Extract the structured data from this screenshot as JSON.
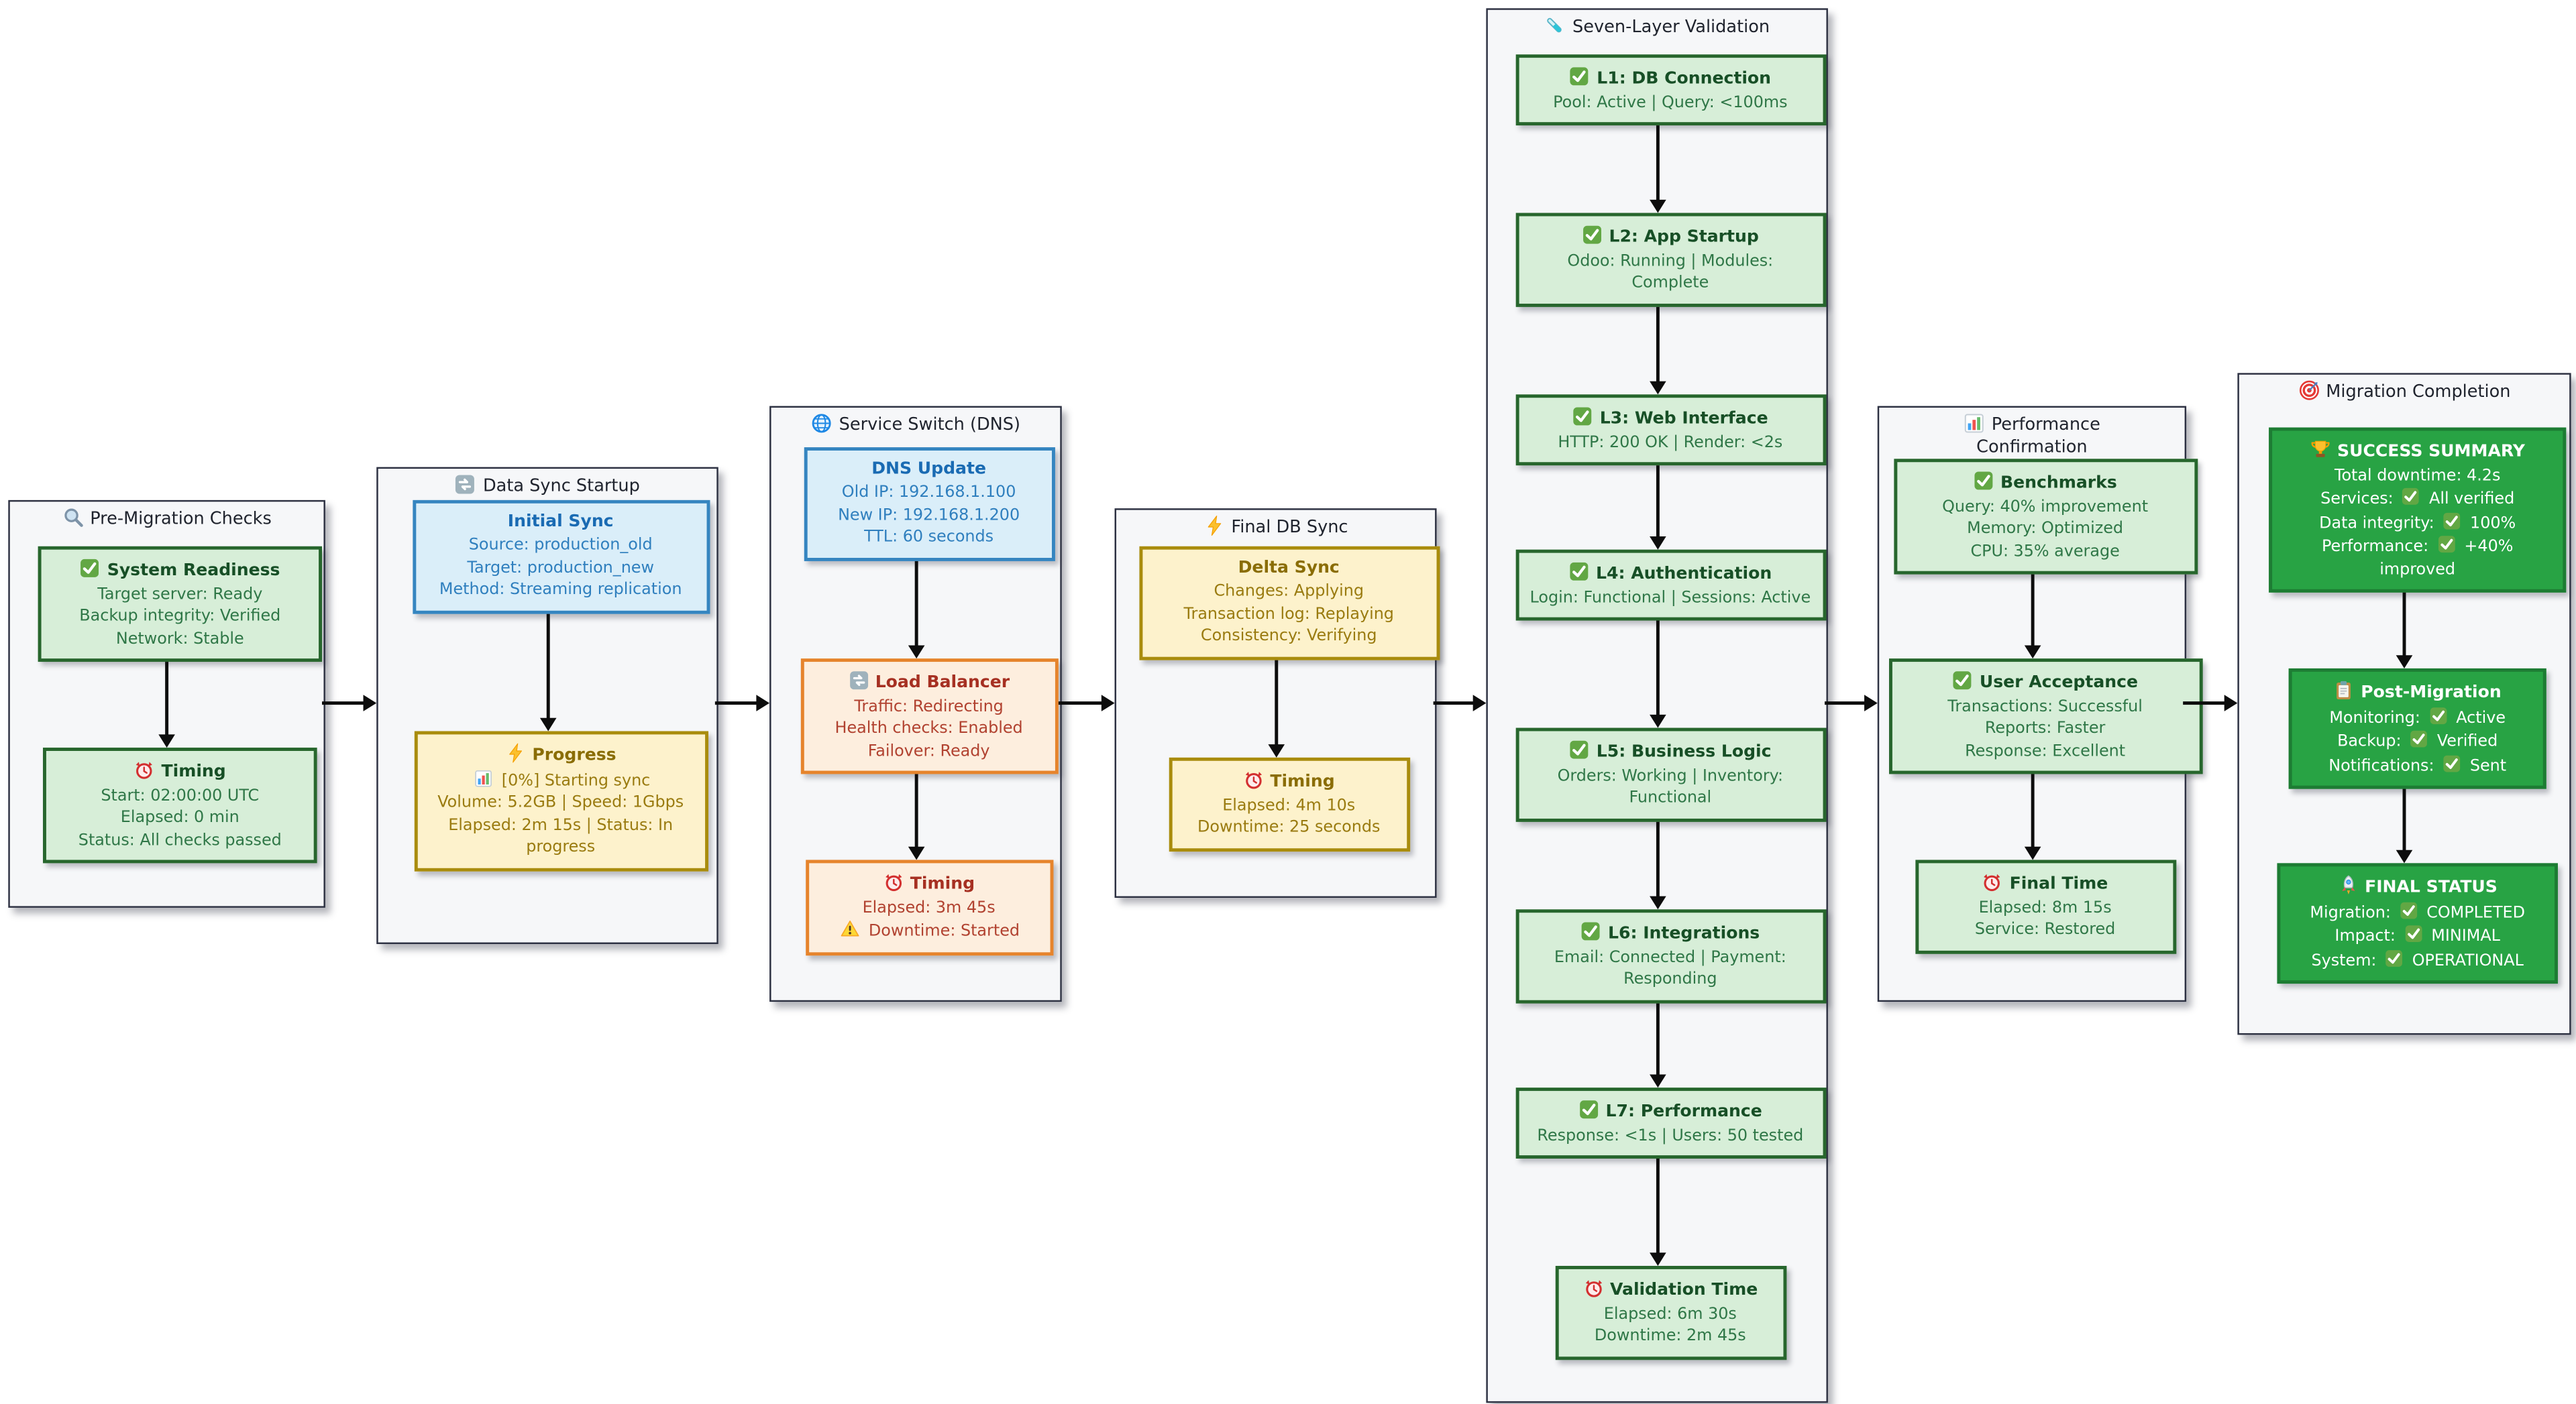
{
  "palette": {
    "canvas_bg": "#ffffff",
    "cluster_bg": "#f6f7f9",
    "cluster_border": "#2d3142",
    "cluster_label": "#20242e",
    "arrow": "#0d0d0d",
    "green_fill": "#d7eed8",
    "green_border": "#27662d",
    "green_title": "#174f26",
    "green_text": "#2f7747",
    "blue_fill": "#daeef9",
    "blue_border": "#3585c0",
    "blue_title": "#1a6bb3",
    "blue_text": "#2f7fbe",
    "yellow_fill": "#fdf2cc",
    "yellow_border": "#a98c0d",
    "yellow_title": "#8a6d05",
    "yellow_text": "#9a7b10",
    "orange_fill": "#fdeede",
    "orange_border": "#e6842c",
    "orange_title": "#a63022",
    "orange_text": "#b14230",
    "solid_fill": "#28a344",
    "solid_border": "#1d7c33",
    "solid_text": "#ffffff"
  },
  "clusters": [
    {
      "label": "Pre-Migration Checks",
      "icon": "magnifier",
      "nodes": [
        {
          "style": "green",
          "icon": "check",
          "title": "System Readiness",
          "lines": [
            "Target server: Ready",
            "Backup integrity: Verified",
            "Network: Stable"
          ]
        },
        {
          "style": "green",
          "icon": "alarm",
          "title": "Timing",
          "lines": [
            "Start: 02:00:00 UTC",
            "Elapsed: 0 min",
            "Status: All checks passed"
          ]
        }
      ]
    },
    {
      "label": "Data Sync Startup",
      "icon": "sync",
      "nodes": [
        {
          "style": "blue",
          "icon": null,
          "title": "Initial Sync",
          "lines": [
            "Source: production_old",
            "Target: production_new",
            "Method: Streaming replication"
          ]
        },
        {
          "style": "yellow",
          "icon": "bolt",
          "title": "Progress",
          "lines": [
            "📊 [0%] Starting sync",
            "Volume: 5.2GB | Speed: 1Gbps",
            "Elapsed: 2m 15s | Status: In progress"
          ]
        }
      ]
    },
    {
      "label": "Service Switch (DNS)",
      "icon": "globe",
      "nodes": [
        {
          "style": "blue",
          "icon": null,
          "title": "DNS Update",
          "lines": [
            "Old IP: 192.168.1.100",
            "New IP: 192.168.1.200",
            "TTL: 60 seconds"
          ]
        },
        {
          "style": "orange",
          "icon": "sync",
          "title": "Load Balancer",
          "lines": [
            "Traffic: Redirecting",
            "Health checks: Enabled",
            "Failover: Ready"
          ]
        },
        {
          "style": "orange",
          "icon": "alarm",
          "title": "Timing",
          "lines": [
            "Elapsed: 3m 45s",
            "⚠️ Downtime: Started"
          ]
        }
      ]
    },
    {
      "label": "Final DB Sync",
      "icon": "bolt",
      "nodes": [
        {
          "style": "yellow",
          "icon": null,
          "title": "Delta Sync",
          "lines": [
            "Changes: Applying",
            "Transaction log: Replaying",
            "Consistency: Verifying"
          ]
        },
        {
          "style": "yellow",
          "icon": "alarm",
          "title": "Timing",
          "lines": [
            "Elapsed: 4m 10s",
            "Downtime: 25 seconds"
          ]
        }
      ]
    },
    {
      "label": "Seven-Layer Validation",
      "icon": "testtube",
      "nodes": [
        {
          "style": "green",
          "icon": "check",
          "title": "L1: DB Connection",
          "lines": [
            "Pool: Active | Query: <100ms"
          ]
        },
        {
          "style": "green",
          "icon": "check",
          "title": "L2: App Startup",
          "lines": [
            "Odoo: Running | Modules: Complete"
          ]
        },
        {
          "style": "green",
          "icon": "check",
          "title": "L3: Web Interface",
          "lines": [
            "HTTP: 200 OK | Render: <2s"
          ]
        },
        {
          "style": "green",
          "icon": "check",
          "title": "L4: Authentication",
          "lines": [
            "Login: Functional | Sessions: Active"
          ]
        },
        {
          "style": "green",
          "icon": "check",
          "title": "L5: Business Logic",
          "lines": [
            "Orders: Working | Inventory: Functional"
          ]
        },
        {
          "style": "green",
          "icon": "check",
          "title": "L6: Integrations",
          "lines": [
            "Email: Connected | Payment: Responding"
          ]
        },
        {
          "style": "green",
          "icon": "check",
          "title": "L7: Performance",
          "lines": [
            "Response: <1s | Users: 50 tested"
          ]
        },
        {
          "style": "green",
          "icon": "alarm",
          "title": "Validation Time",
          "lines": [
            "Elapsed: 6m 30s",
            "Downtime: 2m 45s"
          ]
        }
      ]
    },
    {
      "label": "Performance Confirmation",
      "icon": "chart",
      "nodes": [
        {
          "style": "green",
          "icon": "check",
          "title": "Benchmarks",
          "lines": [
            "Query: 40% improvement",
            "Memory: Optimized",
            "CPU: 35% average"
          ]
        },
        {
          "style": "green",
          "icon": "check",
          "title": "User Acceptance",
          "lines": [
            "Transactions: Successful",
            "Reports: Faster",
            "Response: Excellent"
          ]
        },
        {
          "style": "green",
          "icon": "alarm",
          "title": "Final Time",
          "lines": [
            "Elapsed: 8m 15s",
            "Service: Restored"
          ]
        }
      ]
    },
    {
      "label": "Migration Completion",
      "icon": "target",
      "nodes": [
        {
          "style": "solid",
          "icon": "trophy",
          "title": "SUCCESS SUMMARY",
          "lines": [
            "Total downtime: 4.2s",
            "Services: ✅ All verified",
            "Data integrity: ✅ 100%",
            "Performance: ✅ +40% improved"
          ]
        },
        {
          "style": "solid",
          "icon": "clipboard",
          "title": "Post-Migration",
          "lines": [
            "Monitoring: ✅ Active",
            "Backup: ✅ Verified",
            "Notifications: ✅ Sent"
          ]
        },
        {
          "style": "solid",
          "icon": "rocket",
          "title": "FINAL STATUS",
          "lines": [
            "Migration: ✅ COMPLETED",
            "Impact: ✅ MINIMAL",
            "System: ✅ OPERATIONAL"
          ]
        }
      ]
    }
  ]
}
